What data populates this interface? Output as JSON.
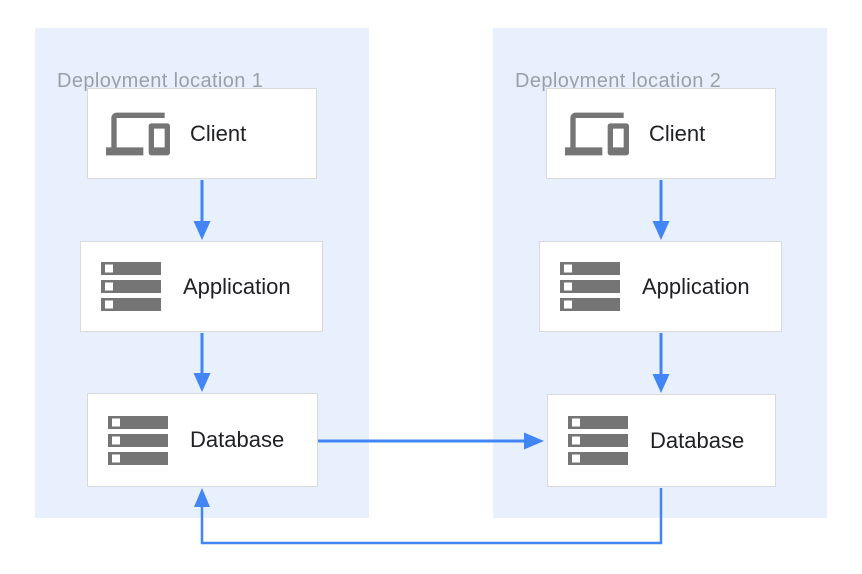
{
  "diagram": {
    "type": "architecture-diagram",
    "colors": {
      "panel_background": "#E8F0FE",
      "node_background": "#FFFFFF",
      "node_border": "#D9D9D9",
      "arrow_blue": "#4285F4",
      "icon_gray": "#757575",
      "label_text": "#202124",
      "title_text": "#9AA0A6"
    },
    "panels": [
      {
        "title": "Deployment location 1",
        "nodes": [
          {
            "label": "Client",
            "icon": "devices-icon"
          },
          {
            "label": "Application",
            "icon": "server-stack-icon"
          },
          {
            "label": "Database",
            "icon": "server-stack-icon"
          }
        ]
      },
      {
        "title": "Deployment location 2",
        "nodes": [
          {
            "label": "Client",
            "icon": "devices-icon"
          },
          {
            "label": "Application",
            "icon": "server-stack-icon"
          },
          {
            "label": "Database",
            "icon": "server-stack-icon"
          }
        ]
      }
    ],
    "connections": [
      {
        "from": "location-1-client",
        "to": "location-1-application",
        "direction": "down"
      },
      {
        "from": "location-1-application",
        "to": "location-1-database",
        "direction": "down"
      },
      {
        "from": "location-2-client",
        "to": "location-2-application",
        "direction": "down"
      },
      {
        "from": "location-2-application",
        "to": "location-2-database",
        "direction": "down"
      },
      {
        "from": "location-1-database",
        "to": "location-2-database",
        "direction": "right"
      },
      {
        "from": "location-2-database",
        "to": "location-1-database",
        "direction": "loop-below-panels"
      }
    ]
  }
}
